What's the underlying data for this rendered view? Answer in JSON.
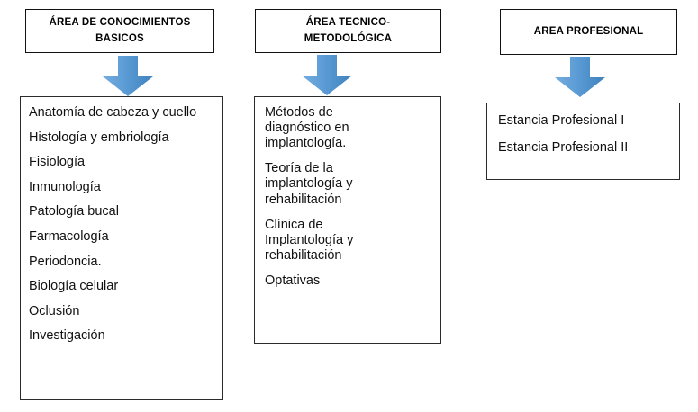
{
  "diagram": {
    "title_visible": false,
    "accent_color": "#5b9bd5",
    "border_color": "#2b2b2b",
    "background_color": "#ffffff",
    "columns": [
      {
        "id": "conocimientos-basicos",
        "header": "ÁREA DE CONOCIMIENTOS\nBASICOS",
        "arrow_icon": "down-arrow-icon",
        "items": [
          "Anatomía de cabeza y cuello",
          "Histología y embriología",
          "Fisiología",
          "Inmunología",
          "Patología bucal",
          "Farmacología",
          "Periodoncia.",
          "Biología celular",
          "Oclusión",
          "Investigación"
        ]
      },
      {
        "id": "tecnico-metodologica",
        "header": "ÁREA  TECNICO-\nMETODOLÓGICA",
        "arrow_icon": "down-arrow-icon",
        "items": [
          "Métodos de diagnóstico en implantología.",
          "Teoría de la implantología y rehabilitación",
          "Clínica de Implantología y rehabilitación",
          "Optativas"
        ]
      },
      {
        "id": "profesional",
        "header": "AREA PROFESIONAL",
        "arrow_icon": "down-arrow-icon",
        "items": [
          "Estancia Profesional I",
          "Estancia Profesional II"
        ]
      }
    ]
  }
}
